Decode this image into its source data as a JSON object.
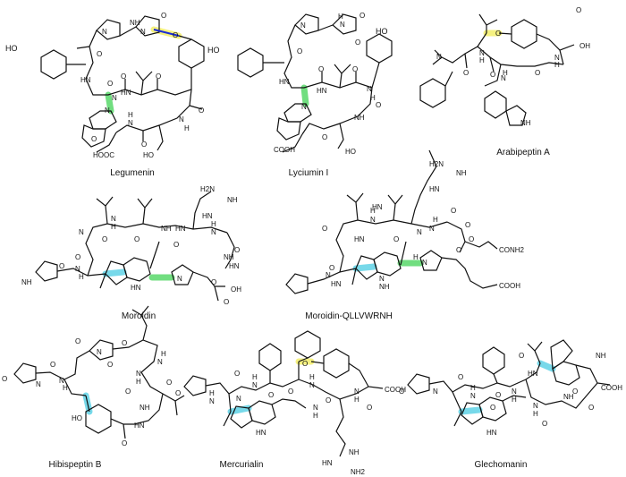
{
  "compounds": [
    {
      "id": "legumenin",
      "name": "Legumenin",
      "atoms": [
        "HO",
        "N",
        "O",
        "O",
        "N",
        "NH",
        "O",
        "HN",
        "N",
        "O",
        "HN",
        "O",
        "O",
        "H",
        "N",
        "O",
        "N",
        "H",
        "O",
        "HOOC",
        "HO",
        "N",
        "O"
      ],
      "highlights": [
        "yellow",
        "green"
      ]
    },
    {
      "id": "lyciumin-i",
      "name": "Lyciumin I",
      "atoms": [
        "HO",
        "N",
        "O",
        "HO",
        "O",
        "N",
        "H",
        "O",
        "HN",
        "O",
        "HN",
        "O",
        "N",
        "H",
        "O",
        "NH",
        "N",
        "COOH",
        "O",
        "HO"
      ],
      "highlights": [
        "green"
      ]
    },
    {
      "id": "arabipeptin-a",
      "name": "Arabipeptin A",
      "atoms": [
        "O",
        "N",
        "H",
        "O",
        "N",
        "H",
        "O",
        "OH",
        "N",
        "O",
        "H",
        "N",
        "O",
        "NH"
      ],
      "highlights": [
        "yellow"
      ]
    },
    {
      "id": "moroidin",
      "name": "Moroidin",
      "atoms": [
        "NH",
        "H2N",
        "NH",
        "HN",
        "O",
        "N",
        "O",
        "H",
        "N",
        "O",
        "NH",
        "HN",
        "O",
        "N",
        "H",
        "N",
        "HN",
        "O",
        "O",
        "HN",
        "O",
        "H",
        "N",
        "NH",
        "O",
        "OH"
      ],
      "highlights": [
        "cyan",
        "green"
      ]
    },
    {
      "id": "moroidin-qllvwrnh",
      "name": "Moroidin-QLLVWRNH",
      "atoms": [
        "H2N",
        "NH",
        "HN",
        "O",
        "H",
        "N",
        "N",
        "H",
        "O",
        "HN",
        "O",
        "N",
        "O",
        "HN",
        "O",
        "N",
        "H",
        "N",
        "O",
        "N",
        "O",
        "CONH2",
        "NH",
        "COOH",
        "HN"
      ],
      "highlights": [
        "cyan",
        "green"
      ]
    },
    {
      "id": "hibispeptin-b",
      "name": "Hibispeptin B",
      "atoms": [
        "O",
        "N",
        "O",
        "O",
        "H",
        "N",
        "N",
        "O",
        "O",
        "H",
        "N",
        "O",
        "N",
        "H",
        "NH",
        "O",
        "HN",
        "HO",
        "O"
      ],
      "highlights": [
        "cyan"
      ]
    },
    {
      "id": "mercurialin",
      "name": "Mercurialin",
      "atoms": [
        "O",
        "O",
        "H",
        "N",
        "N",
        "O",
        "H",
        "N",
        "O",
        "H",
        "N",
        "O",
        "O",
        "N",
        "H",
        "COOH",
        "N",
        "H",
        "O",
        "HN",
        "NH",
        "HN",
        "NH2"
      ],
      "highlights": [
        "yellow",
        "cyan"
      ]
    },
    {
      "id": "glechomanin",
      "name": "Glechomanin",
      "atoms": [
        "O",
        "N",
        "NH",
        "O",
        "HN",
        "O",
        "O",
        "H",
        "N",
        "COOH",
        "NH",
        "N",
        "H",
        "O",
        "O",
        "N",
        "H",
        "O",
        "HN",
        "O"
      ],
      "highlights": [
        "cyan"
      ]
    }
  ],
  "colors": {
    "bond": "#111111",
    "highlight_yellow": "#f3ee6a",
    "highlight_green": "#58d86a",
    "highlight_cyan": "#5fd2e6",
    "crosslink_blue": "#1a2bd6"
  }
}
